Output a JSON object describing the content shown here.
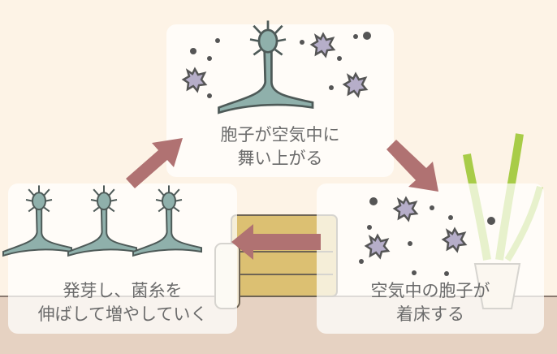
{
  "steps": [
    {
      "line1": "胞子が空気中に",
      "line2": "舞い上がる"
    },
    {
      "line1": "空気中の胞子が",
      "line2": "着床する"
    },
    {
      "line1": "発芽し、菌糸を",
      "line2": "伸ばして増やしていく"
    }
  ],
  "colors": {
    "wall": "#fdf3e6",
    "floor": "#e6d2c2",
    "arrow": "#b07272",
    "mold": "#8fb0ab",
    "spore": "#b6aec9"
  }
}
